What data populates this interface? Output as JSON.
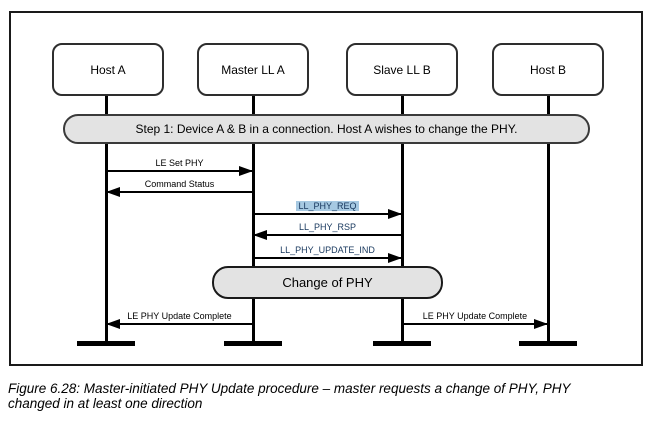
{
  "diagram": {
    "lifelines": [
      {
        "label": "Host A"
      },
      {
        "label": "Master LL A"
      },
      {
        "label": "Slave LL B"
      },
      {
        "label": "Host B"
      }
    ],
    "step_banner": "Step 1: Device A & B in a connection. Host A wishes to change the PHY.",
    "messages": [
      {
        "label": "LE Set PHY",
        "from": "Host A",
        "to": "Master LL A",
        "direction": "right",
        "highlighted": false
      },
      {
        "label": "Command Status",
        "from": "Master LL A",
        "to": "Host A",
        "direction": "left",
        "highlighted": false
      },
      {
        "label": "LL_PHY_REQ",
        "from": "Master LL A",
        "to": "Slave LL B",
        "direction": "right",
        "highlighted": true
      },
      {
        "label": "LL_PHY_RSP",
        "from": "Slave LL B",
        "to": "Master LL A",
        "direction": "left",
        "highlighted": false
      },
      {
        "label": "LL_PHY_UPDATE_IND",
        "from": "Master LL A",
        "to": "Slave LL B",
        "direction": "right",
        "highlighted": false
      },
      {
        "label": "LE PHY Update Complete",
        "from": "Master LL A",
        "to": "Host A",
        "direction": "left",
        "highlighted": false
      },
      {
        "label": "LE PHY Update Complete",
        "from": "Slave LL B",
        "to": "Host B",
        "direction": "right",
        "highlighted": false
      }
    ],
    "state_banner": "Change of PHY",
    "colors": {
      "highlight_fill": "#a6c9e2",
      "pdu_text": "#17375d",
      "banner_fill": "#e3e3e3",
      "line": "#000000"
    }
  },
  "caption": {
    "line1": "Figure 6.28:  Master-initiated PHY Update procedure – master requests a change of PHY, PHY",
    "line2": "changed in at least one direction"
  }
}
